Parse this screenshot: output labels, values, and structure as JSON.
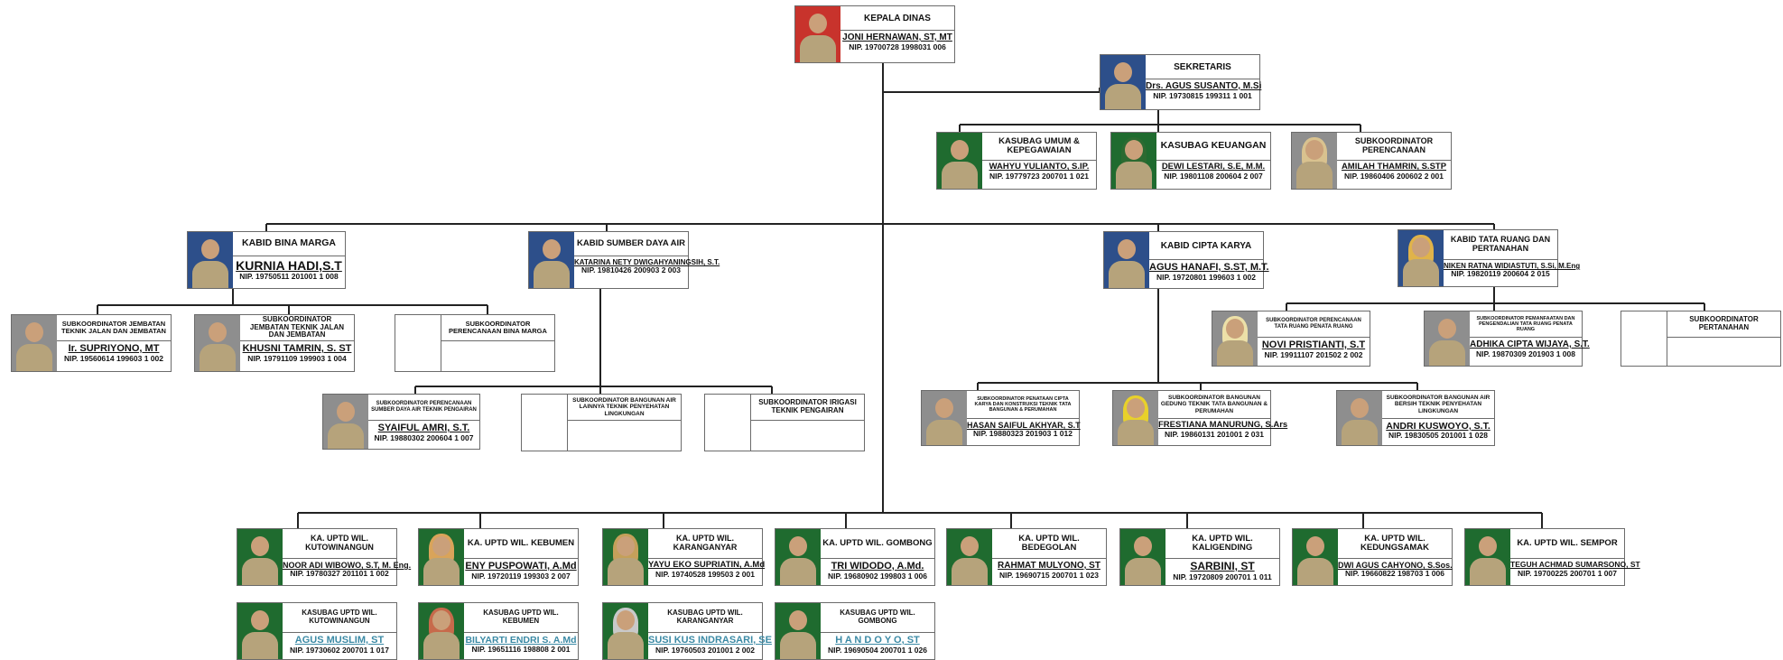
{
  "org": {
    "kepala": {
      "title": "KEPALA DINAS",
      "name": "JONI HERNAWAN, ST, MT",
      "nip": "NIP. 19700728 1998031 006"
    },
    "sekretaris": {
      "title": "SEKRETARIS",
      "name": "Drs. AGUS SUSANTO, M.Si",
      "nip": "NIP. 19730815 199311 1 001"
    },
    "sekretariat_units": [
      {
        "title": "KASUBAG UMUM & KEPEGAWAIAN",
        "name": "WAHYU YULIANTO, S.IP.",
        "nip": "NIP. 19779723 200701 1 021"
      },
      {
        "title": "KASUBAG KEUANGAN",
        "name": "DEWI LESTARI, S.E, M.M.",
        "nip": "NIP. 19801108 200604 2 007"
      },
      {
        "title": "SUBKOORDINATOR PERENCANAAN",
        "name": "AMILAH THAMRIN, S.STP",
        "nip": "NIP. 19860406 200602 2 001"
      }
    ],
    "kabid": [
      {
        "title": "KABID BINA MARGA",
        "name": "KURNIA HADI,S.T",
        "nip": "NIP. 19750511 201001 1 008"
      },
      {
        "title": "KABID SUMBER DAYA AIR",
        "name": "KATARINA NETY DWIGAHYANINGSIH, S.T.",
        "nip": "NIP. 19810426 200903 2 003"
      },
      {
        "title": "KABID CIPTA KARYA",
        "name": "AGUS HANAFI, S.ST, M.T.",
        "nip": "NIP. 19720801 199603 1 002"
      },
      {
        "title": "KABID TATA RUANG DAN PERTANAHAN",
        "name": "NIKEN RATNA WIDIASTUTI, S.Si, M.Eng",
        "nip": "NIP. 19820119 200604 2 015"
      }
    ],
    "bina_marga_subs": [
      {
        "title": "SUBKOORDINATOR JEMBATAN TEKNIK JALAN DAN JEMBATAN",
        "name": "Ir. SUPRIYONO, MT",
        "nip": "NIP. 19560614 199603 1 002"
      },
      {
        "title": "SUBKOORDINATOR JEMBATAN TEKNIK JALAN DAN JEMBATAN",
        "name": "KHUSNI TAMRIN, S. ST",
        "nip": "NIP. 19791109 199903 1 004"
      },
      {
        "title": "SUBKOORDINATOR PERENCANAAN BINA MARGA",
        "name": "",
        "nip": ""
      }
    ],
    "sda_subs": [
      {
        "title": "SUBKOORDINATOR PERENCANAAN SUMBER DAYA AIR TEKNIK PENGAIRAN",
        "name": "SYAIFUL AMRI, S.T.",
        "nip": "NIP. 19880302 200604 1 007"
      },
      {
        "title": "SUBKOORDINATOR BANGUNAN AIR LAINNYA TEKNIK PENYEHATAN LINGKUNGAN",
        "name": "",
        "nip": ""
      },
      {
        "title": "SUBKOORDINATOR IRIGASI TEKNIK PENGAIRAN",
        "name": "",
        "nip": ""
      }
    ],
    "cipta_karya_subs": [
      {
        "title": "SUBKOORDINATOR PENATAAN CIPTA KARYA DAN KONSTRUKSI TEKNIK TATA BANGUNAN & PERUMAHAN",
        "name": "HASAN SAIFUL AKHYAR, S.T",
        "nip": "NIP. 19880323 201903 1 012"
      },
      {
        "title": "SUBKOORDINATOR BANGUNAN GEDUNG TEKNIK TATA BANGUNAN & PERUMAHAN",
        "name": "FRESTIANA MANURUNG, S.Ars",
        "nip": "NIP. 19860131 201001 2 031"
      },
      {
        "title": "SUBKOORDINATOR BANGUNAN AIR BERSIH TEKNIK PENYEHATAN LINGKUNGAN",
        "name": "ANDRI KUSWOYO, S.T.",
        "nip": "NIP. 19830505 201001 1 028"
      }
    ],
    "tata_ruang_subs": [
      {
        "title": "SUBKOORDINATOR PERENCANAAN TATA RUANG PENATA RUANG",
        "name": "NOVI PRISTIANTI, S.T",
        "nip": "NIP. 19911107 201502 2 002"
      },
      {
        "title": "SUBKOORDINATOR PEMANFAATAN DAN PENGENDALIAN TATA RUANG PENATA RUANG",
        "name": "ADHIKA CIPTA WIJAYA, S.T.",
        "nip": "NIP. 19870309 201903 1 008"
      },
      {
        "title": "SUBKOORDINATOR PERTANAHAN",
        "name": "",
        "nip": ""
      }
    ],
    "uptd": [
      {
        "title": "KA. UPTD WIL. KUTOWINANGUN",
        "name": "NOOR ADI WIBOWO, S.T, M. Eng.",
        "nip": "NIP. 19780327 201101 1 002"
      },
      {
        "title": "KA. UPTD WIL. KEBUMEN",
        "name": "ENY PUSPOWATI, A.Md",
        "nip": "NIP. 19720119 199303 2 007"
      },
      {
        "title": "KA. UPTD WIL. KARANGANYAR",
        "name": "YAYU EKO SUPRIATIN, A.Md",
        "nip": "NIP. 19740528 199503 2 001"
      },
      {
        "title": "KA. UPTD WIL. GOMBONG",
        "name": "TRI WIDODO, A.Md.",
        "nip": "NIP. 19680902 199803 1 006"
      },
      {
        "title": "KA. UPTD WIL. BEDEGOLAN",
        "name": "RAHMAT MULYONO, ST",
        "nip": "NIP. 19690715 200701 1 023"
      },
      {
        "title": "KA. UPTD WIL. KALIGENDING",
        "name": "SARBINI, ST",
        "nip": "NIP. 19720809 200701 1 011"
      },
      {
        "title": "KA. UPTD WIL. KEDUNGSAMAK",
        "name": "DWI AGUS CAHYONO, S.Sos.",
        "nip": "NIP. 19660822 198703 1 006"
      },
      {
        "title": "KA. UPTD WIL. SEMPOR",
        "name": "TEGUH ACHMAD SUMARSONO, ST",
        "nip": "NIP. 19700225 200701 1 007"
      }
    ],
    "kasubag_uptd": [
      {
        "title": "KASUBAG UPTD WIL. KUTOWINANGUN",
        "name": "AGUS MUSLIM, ST",
        "nip": "NIP. 19730602 200701 1 017"
      },
      {
        "title": "KASUBAG UPTD WIL. KEBUMEN",
        "name": "BILYARTI ENDRI S. A.Md",
        "nip": "NIP. 19651116 198808 2 001"
      },
      {
        "title": "KASUBAG UPTD WIL. KARANGANYAR",
        "name": "SUSI KUS INDRASARI, SE",
        "nip": "NIP. 19760503 201001 2 002"
      },
      {
        "title": "KASUBAG UPTD WIL. GOMBONG",
        "name": "H A N D O Y O, ST",
        "nip": "NIP. 19690504 200701 1 026"
      }
    ]
  },
  "colors": {
    "line": "#222222",
    "border": "#6b6b6b",
    "photo_blue": "#2d4f8a",
    "photo_red": "#c8332c",
    "photo_green": "#1f6b2f",
    "highlight_name": "#3b8aa5"
  }
}
